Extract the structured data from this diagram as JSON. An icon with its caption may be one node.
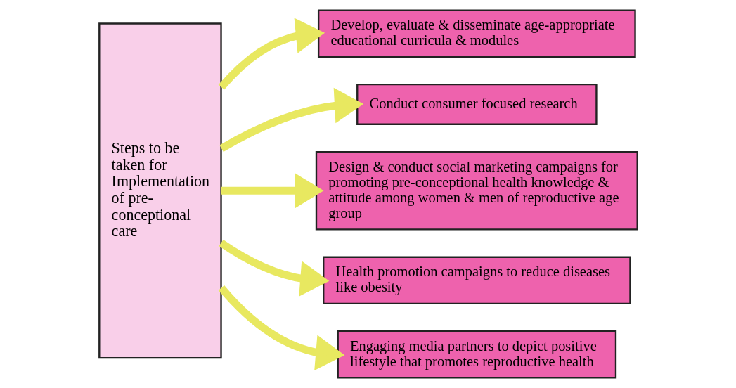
{
  "diagram": {
    "nodes": [
      {
        "text": [
          "Steps to be taken for Implementation of pre-conceptional care"
        ]
      },
      {
        "text": [
          "Develop, evaluate & disseminate age-appropriate educational curricula & modules"
        ]
      },
      {
        "text": [
          "Conduct consumer focused research"
        ]
      },
      {
        "text": [
          "Design & conduct social marketing campaigns for promoting pre-conceptional health knowledge & attitude among women & men of reproductive age group"
        ]
      },
      {
        "text": [
          "Health promotion campaigns to reduce diseases like obesity"
        ]
      },
      {
        "text": [
          "Engaging media partners to depict positive lifestyle that promotes reproductive health"
        ]
      }
    ],
    "edges": [
      {
        "from": 0,
        "to": 1,
        "arrow": "to"
      },
      {
        "from": 0,
        "to": 2,
        "arrow": "to"
      },
      {
        "from": 0,
        "to": 3,
        "arrow": "to"
      },
      {
        "from": 0,
        "to": 4,
        "arrow": "to"
      },
      {
        "from": 0,
        "to": 5,
        "arrow": "to"
      }
    ]
  }
}
